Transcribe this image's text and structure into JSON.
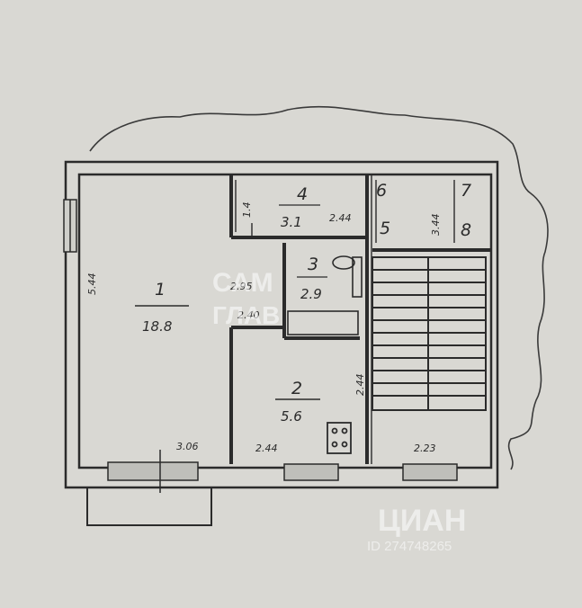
{
  "floorplan": {
    "rooms": [
      {
        "id": "1",
        "number": "1",
        "area": "18.8"
      },
      {
        "id": "2",
        "number": "2",
        "area": "5.6"
      },
      {
        "id": "3",
        "number": "3",
        "area": "2.9"
      },
      {
        "id": "4",
        "number": "4",
        "area": "3.1"
      },
      {
        "id": "5",
        "number": "5",
        "area": ""
      },
      {
        "id": "6",
        "number": "6",
        "area": ""
      },
      {
        "id": "7",
        "number": "7",
        "area": ""
      },
      {
        "id": "8",
        "number": "8",
        "area": ""
      }
    ],
    "dimensions": {
      "left_wall": "5.44",
      "room1_bottom": "3.06",
      "room1_inner": "2.95",
      "room2_bottom": "2.44",
      "room2_right": "2.44",
      "room4_left": "1.4",
      "room4_right": "2.44",
      "room5_top": "3.44",
      "hall_bottom": "2.23",
      "room2_top": "2.40"
    }
  },
  "watermark": {
    "brand_top": "САМ",
    "brand_bottom": "ГЛАВ",
    "cian_logo": "ЦИАН",
    "listing_id": "ID 274748265"
  },
  "colors": {
    "paper": "#d9d8d3",
    "ink": "#2b2b2b",
    "watermark": "#ffffff"
  }
}
